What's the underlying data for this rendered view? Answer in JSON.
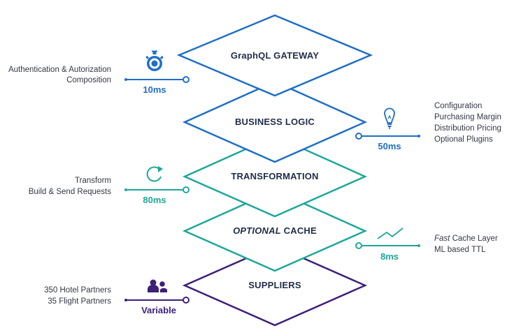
{
  "colors": {
    "blue": "#1f6fc5",
    "teal": "#1ea79a",
    "purple": "#3d1f7a",
    "text": "#1f2d4a"
  },
  "layers": {
    "gateway": {
      "label": "GraphQL GATEWAY"
    },
    "business": {
      "label": "BUSINESS LOGIC"
    },
    "transformation": {
      "label": "TRANSFORMATION"
    },
    "cache": {
      "label_italic": "OPTIONAL",
      "label_rest": " CACHE"
    },
    "suppliers": {
      "label": "SUPPLIERS"
    }
  },
  "annotations": {
    "gateway": {
      "icon": "stopwatch-icon",
      "lines": [
        "Authentication & Autorization",
        "Composition"
      ],
      "metric": "10ms"
    },
    "business": {
      "icon": "lightbulb-icon",
      "lines": [
        "Configuration",
        "Purchasing Margin",
        "Distribution Pricing",
        "Optional Plugins"
      ],
      "metric": "50ms"
    },
    "transformation": {
      "icon": "refresh-icon",
      "lines": [
        "Transform",
        "Build & Send Requests"
      ],
      "metric": "80ms"
    },
    "cache": {
      "icon": "trend-line-icon",
      "line1_italic": "Fast",
      "line1_rest": " Cache Layer",
      "line2": "ML based TTL",
      "metric": "8ms"
    },
    "suppliers": {
      "icon": "users-icon",
      "lines": [
        "350 Hotel Partners",
        "35 Flight Partners"
      ],
      "metric": "Variable"
    }
  }
}
